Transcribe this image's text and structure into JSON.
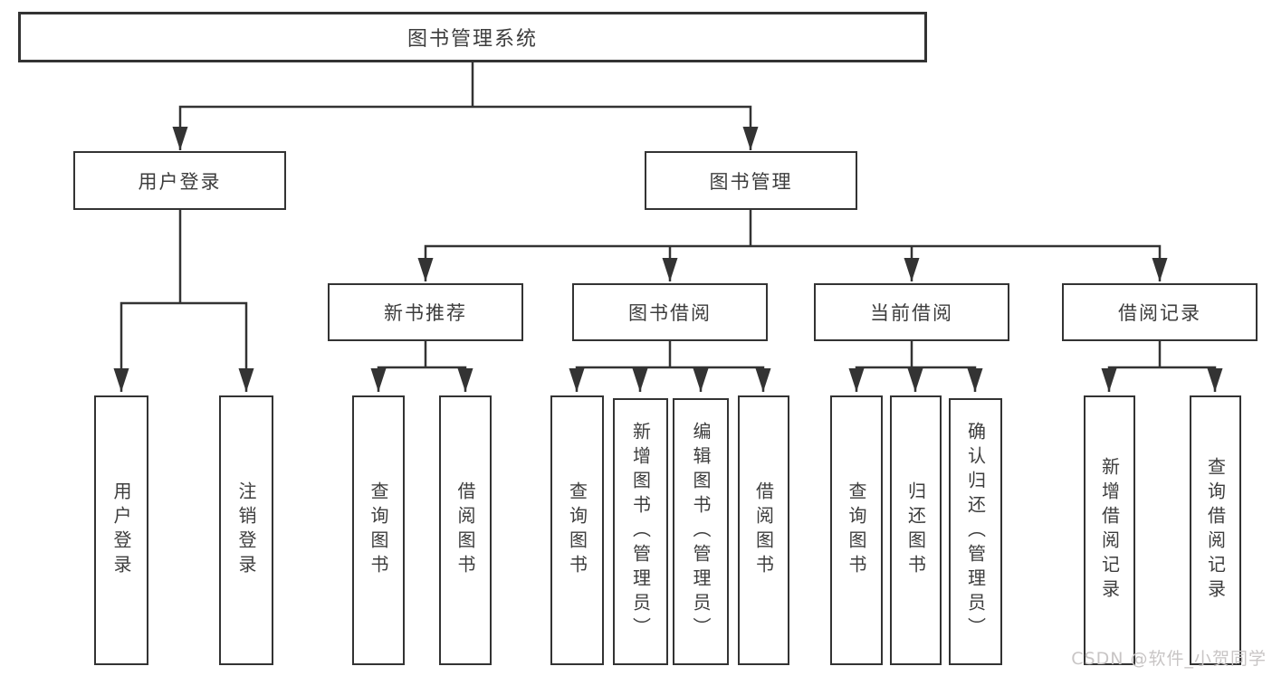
{
  "diagram_type": "hierarchy-tree",
  "root": {
    "label": "图书管理系统"
  },
  "branches": [
    {
      "label": "用户登录",
      "children": [
        {
          "label": "用户登录"
        },
        {
          "label": "注销登录"
        }
      ]
    },
    {
      "label": "图书管理",
      "children": [
        {
          "label": "新书推荐",
          "children": [
            {
              "label": "查询图书"
            },
            {
              "label": "借阅图书"
            }
          ]
        },
        {
          "label": "图书借阅",
          "children": [
            {
              "label": "查询图书"
            },
            {
              "label": "新增图书（管理员）"
            },
            {
              "label": "编辑图书（管理员）"
            },
            {
              "label": "借阅图书"
            }
          ]
        },
        {
          "label": "当前借阅",
          "children": [
            {
              "label": "查询图书"
            },
            {
              "label": "归还图书"
            },
            {
              "label": "确认归还（管理员）"
            }
          ]
        },
        {
          "label": "借阅记录",
          "children": [
            {
              "label": "新增借阅记录"
            },
            {
              "label": "查询借阅记录"
            }
          ]
        }
      ]
    }
  ],
  "watermark": "CSDN @软件_小贺同学",
  "colors": {
    "line": "#333333",
    "text": "#3d3d3d",
    "box_background": "#ffffff",
    "watermark": "#c8c5c5",
    "background": "#ffffff"
  }
}
